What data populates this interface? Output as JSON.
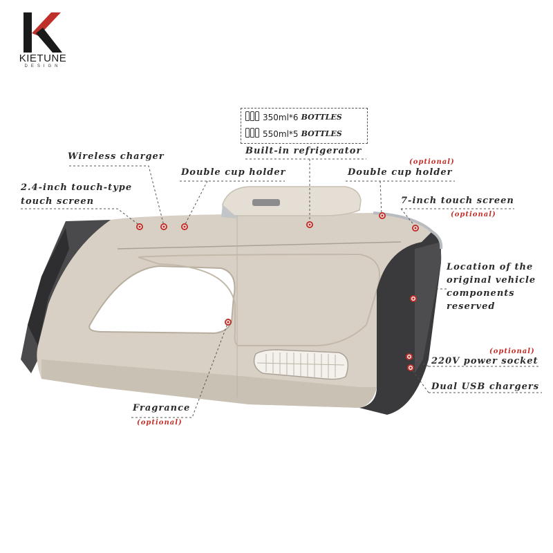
{
  "brand": {
    "name": "KIETUNE",
    "sub": "DESIGN"
  },
  "refrigerator": {
    "row1": {
      "volume": "350ml*6",
      "unit": "BOTTLES"
    },
    "row2": {
      "volume": "550ml*5",
      "unit": "BOTTLES"
    },
    "title": "Built-in refrigerator"
  },
  "labels": {
    "wireless_charger": "Wireless charger",
    "touch_screen_2_4_line1": "2.4-inch touch-type",
    "touch_screen_2_4_line2": "touch screen",
    "double_cup_holder_left": "Double cup holder",
    "double_cup_holder_right": "Double cup holder",
    "double_cup_holder_right_opt": "(optional)",
    "touch_screen_7": "7-inch touch screen",
    "touch_screen_7_opt": "(optional)",
    "location_line1": "Location of the",
    "location_line2": "original vehicle",
    "location_line3": "components",
    "location_line4": "reserved",
    "power_socket_opt": "(optional)",
    "power_socket": "220V power socket",
    "usb_chargers": "Dual USB chargers",
    "fragrance": "Fragrance",
    "fragrance_opt": "(optional)"
  },
  "colors": {
    "accent": "#c0302a",
    "panel": "#d8d0c4",
    "dark": "#3a3a3c"
  }
}
